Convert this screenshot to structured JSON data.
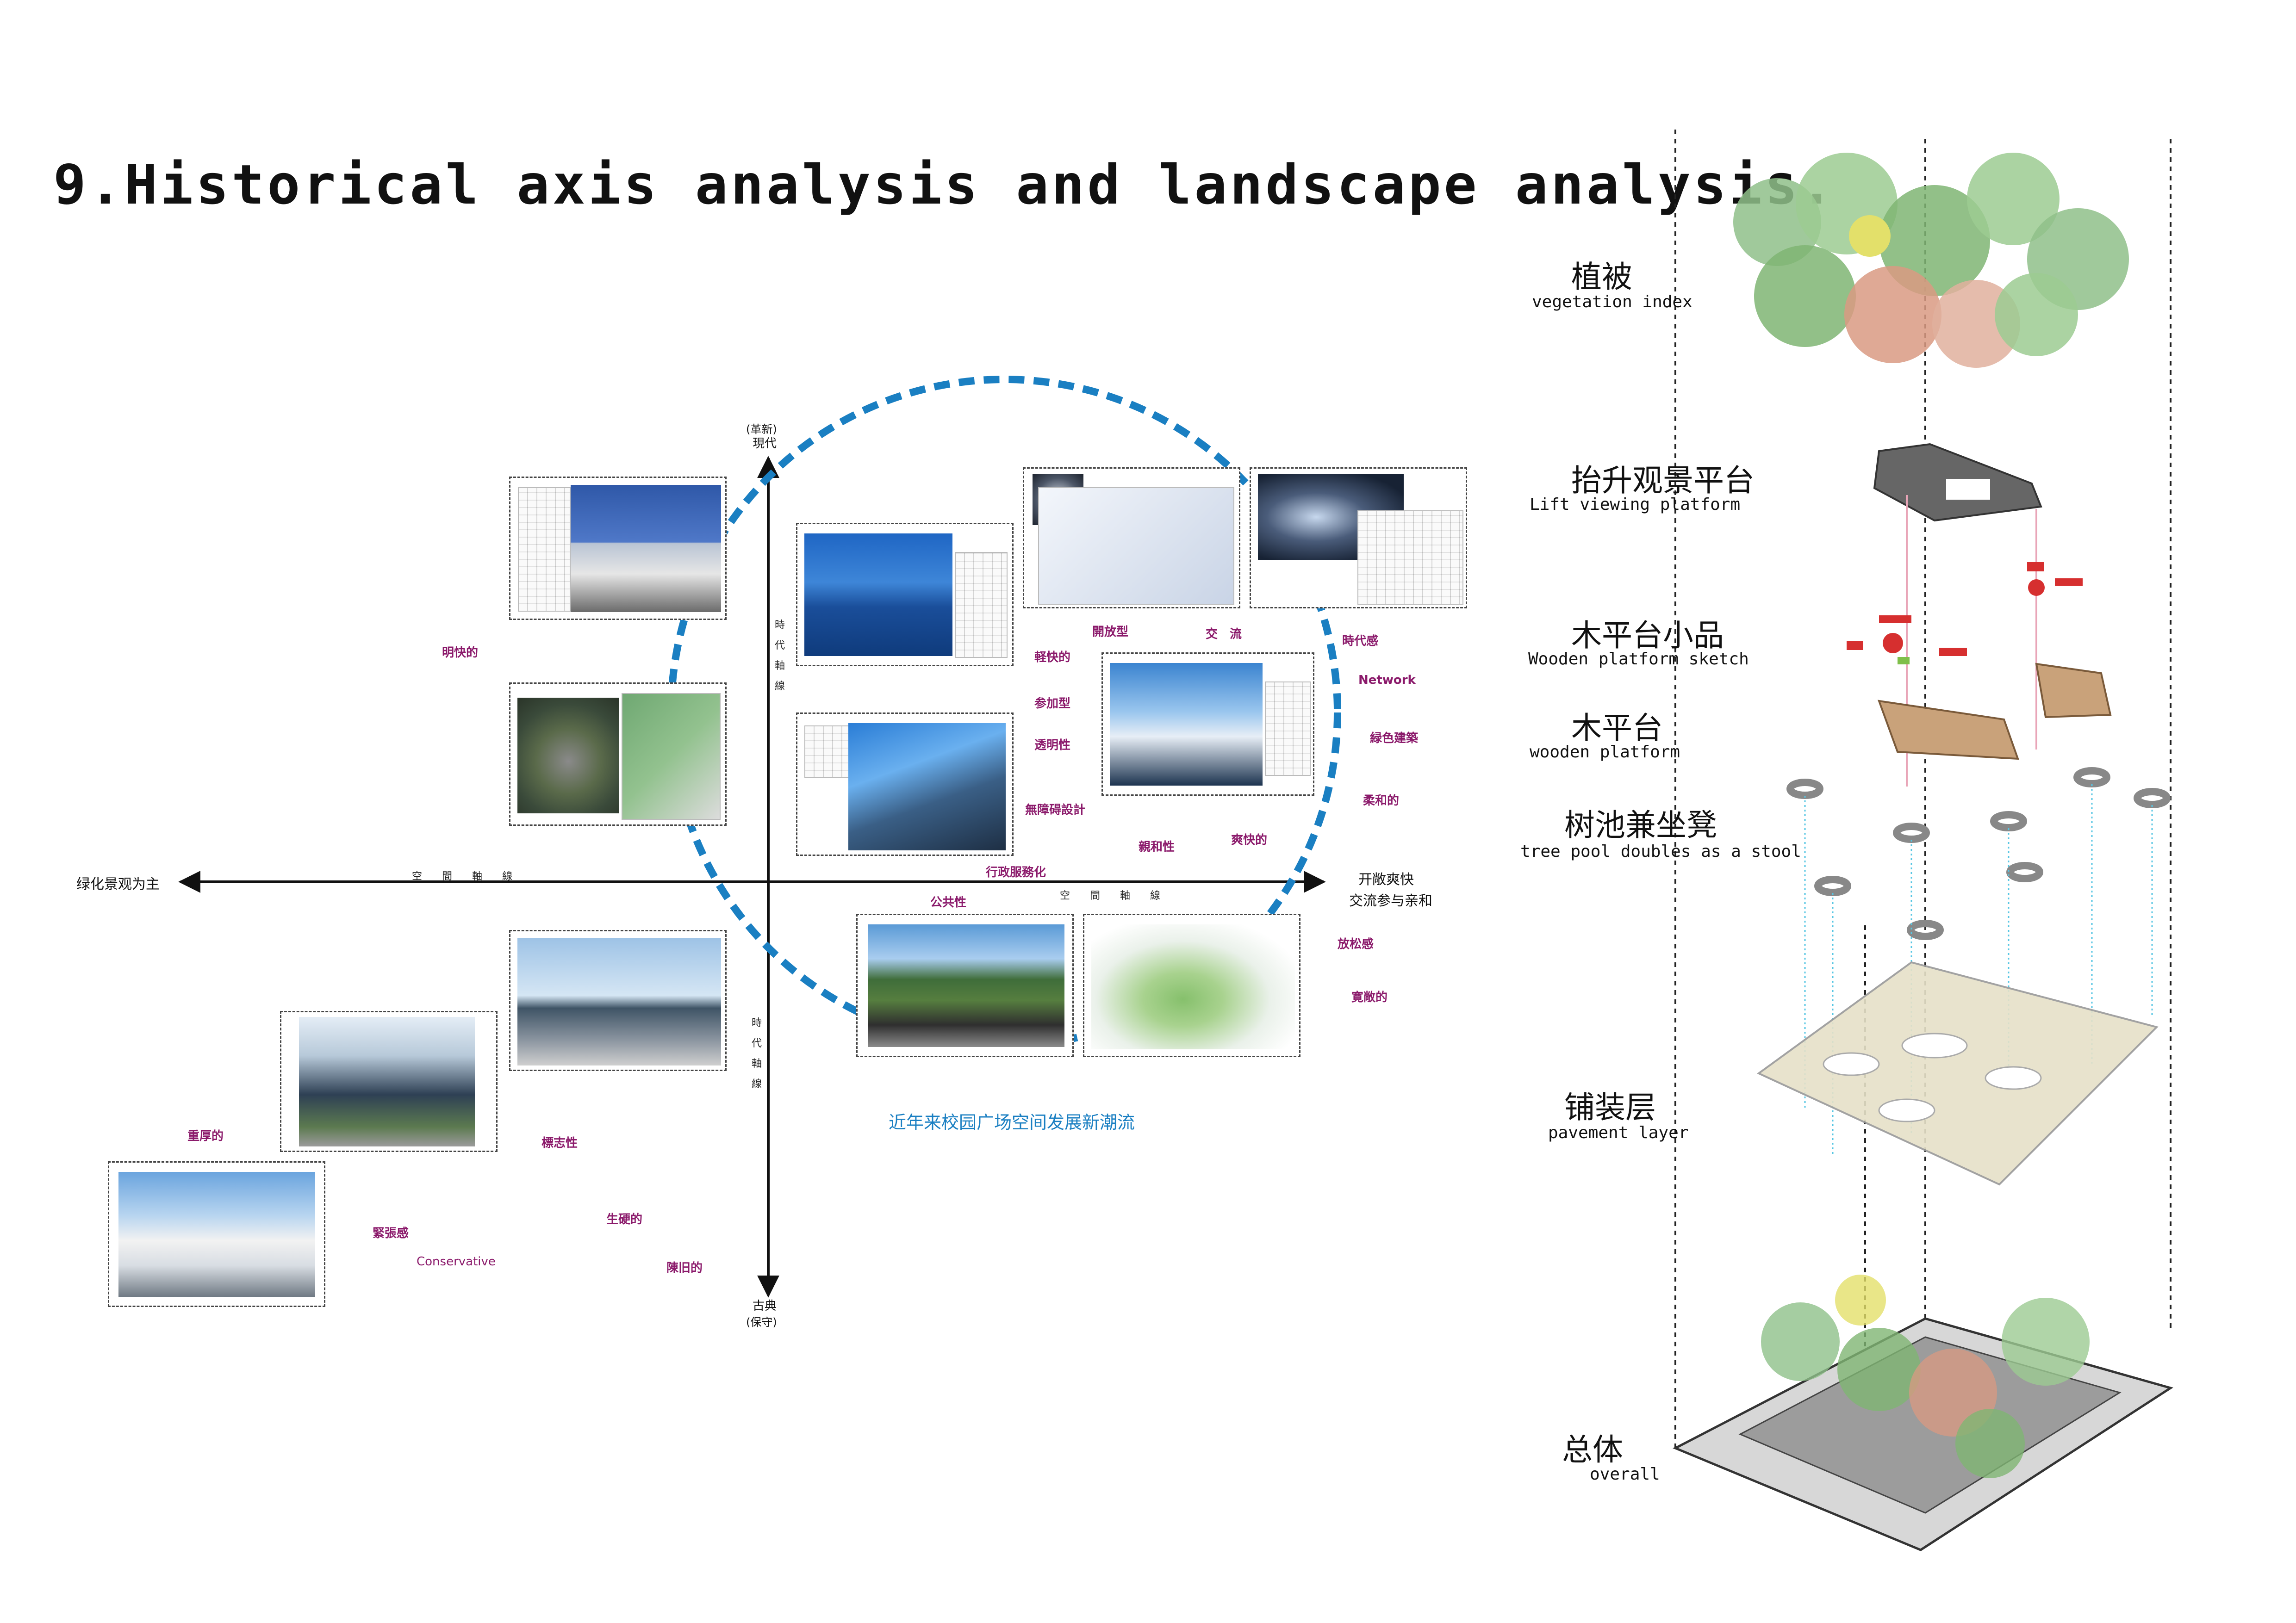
{
  "title": "9.Historical axis analysis and landscape analysis.",
  "axes": {
    "top_sub": "(革新)",
    "top": "現代",
    "bottom": "古典",
    "bottom_sub": "(保守)",
    "left": "绿化景观为主",
    "right_1": "开敞爽快",
    "right_2": "交流参与亲和",
    "space_axis": "空 間 軸 線",
    "time_axis": "時代軸線"
  },
  "caption": "近年来校园广场空间发展新潮流",
  "keywords": [
    "明快的",
    "軽快的",
    "開放型",
    "交　流",
    "時代感",
    "参加型",
    "Network",
    "透明性",
    "緑色建築",
    "柔和的",
    "無障碍設計",
    "親和性",
    "爽快的",
    "行政服務化",
    "公共性",
    "放松感",
    "寛敞的",
    "重厚的",
    "標志性",
    "緊張感",
    "生硬的",
    "Conservative",
    "陳旧的"
  ],
  "layers": [
    {
      "zh": "植被",
      "en": "vegetation index"
    },
    {
      "zh": "抬升观景平台",
      "en": "Lift viewing platform"
    },
    {
      "zh": "木平台小品",
      "en": "Wooden platform sketch"
    },
    {
      "zh": "木平台",
      "en": "wooden platform"
    },
    {
      "zh": "树池兼坐凳",
      "en": "tree pool doubles as a stool"
    },
    {
      "zh": "铺装层",
      "en": "pavement layer"
    },
    {
      "zh": "总体",
      "en": "overall"
    }
  ],
  "colors": {
    "keyword": "#8b1a6b",
    "circle": "#1a7fc2",
    "tree_green": "#7fb573",
    "tree_red": "#d99a82"
  }
}
